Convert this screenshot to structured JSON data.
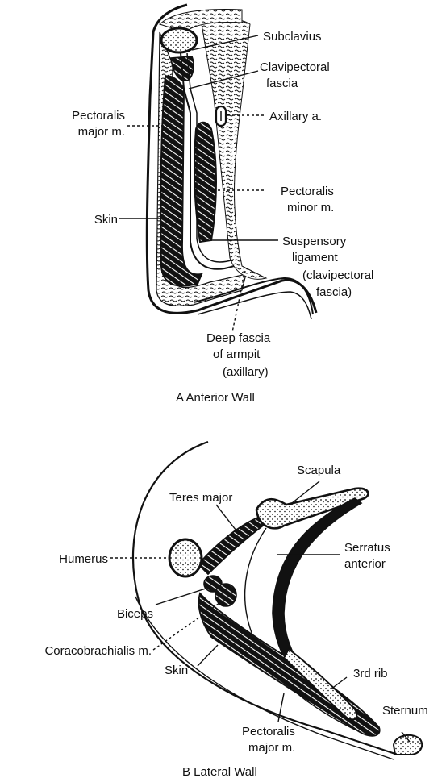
{
  "panelA": {
    "caption": "A  Anterior Wall",
    "labels": {
      "subclavius": "Subclavius",
      "clavipectoral_1": "Clavipectoral",
      "clavipectoral_2": "fascia",
      "axillary_a": "Axillary a.",
      "pec_major_1": "Pectoralis",
      "pec_major_2": "major m.",
      "pec_minor_1": "Pectoralis",
      "pec_minor_2": "minor m.",
      "skin": "Skin",
      "susp_1": "Suspensory",
      "susp_2": "ligament",
      "susp_3": "(clavipectoral",
      "susp_4": "fascia)",
      "deep_1": "Deep fascia",
      "deep_2": "of armpit",
      "deep_3": "(axillary)"
    }
  },
  "panelB": {
    "caption": "B  Lateral Wall",
    "labels": {
      "scapula": "Scapula",
      "teres_major": "Teres major",
      "humerus": "Humerus",
      "serratus_1": "Serratus",
      "serratus_2": "anterior",
      "biceps": "Biceps",
      "coracobrachialis": "Coracobrachialis m.",
      "skin": "Skin",
      "third_rib": "3rd rib",
      "sternum": "Sternum",
      "pec_major_1": "Pectoralis",
      "pec_major_2": "major m."
    }
  }
}
